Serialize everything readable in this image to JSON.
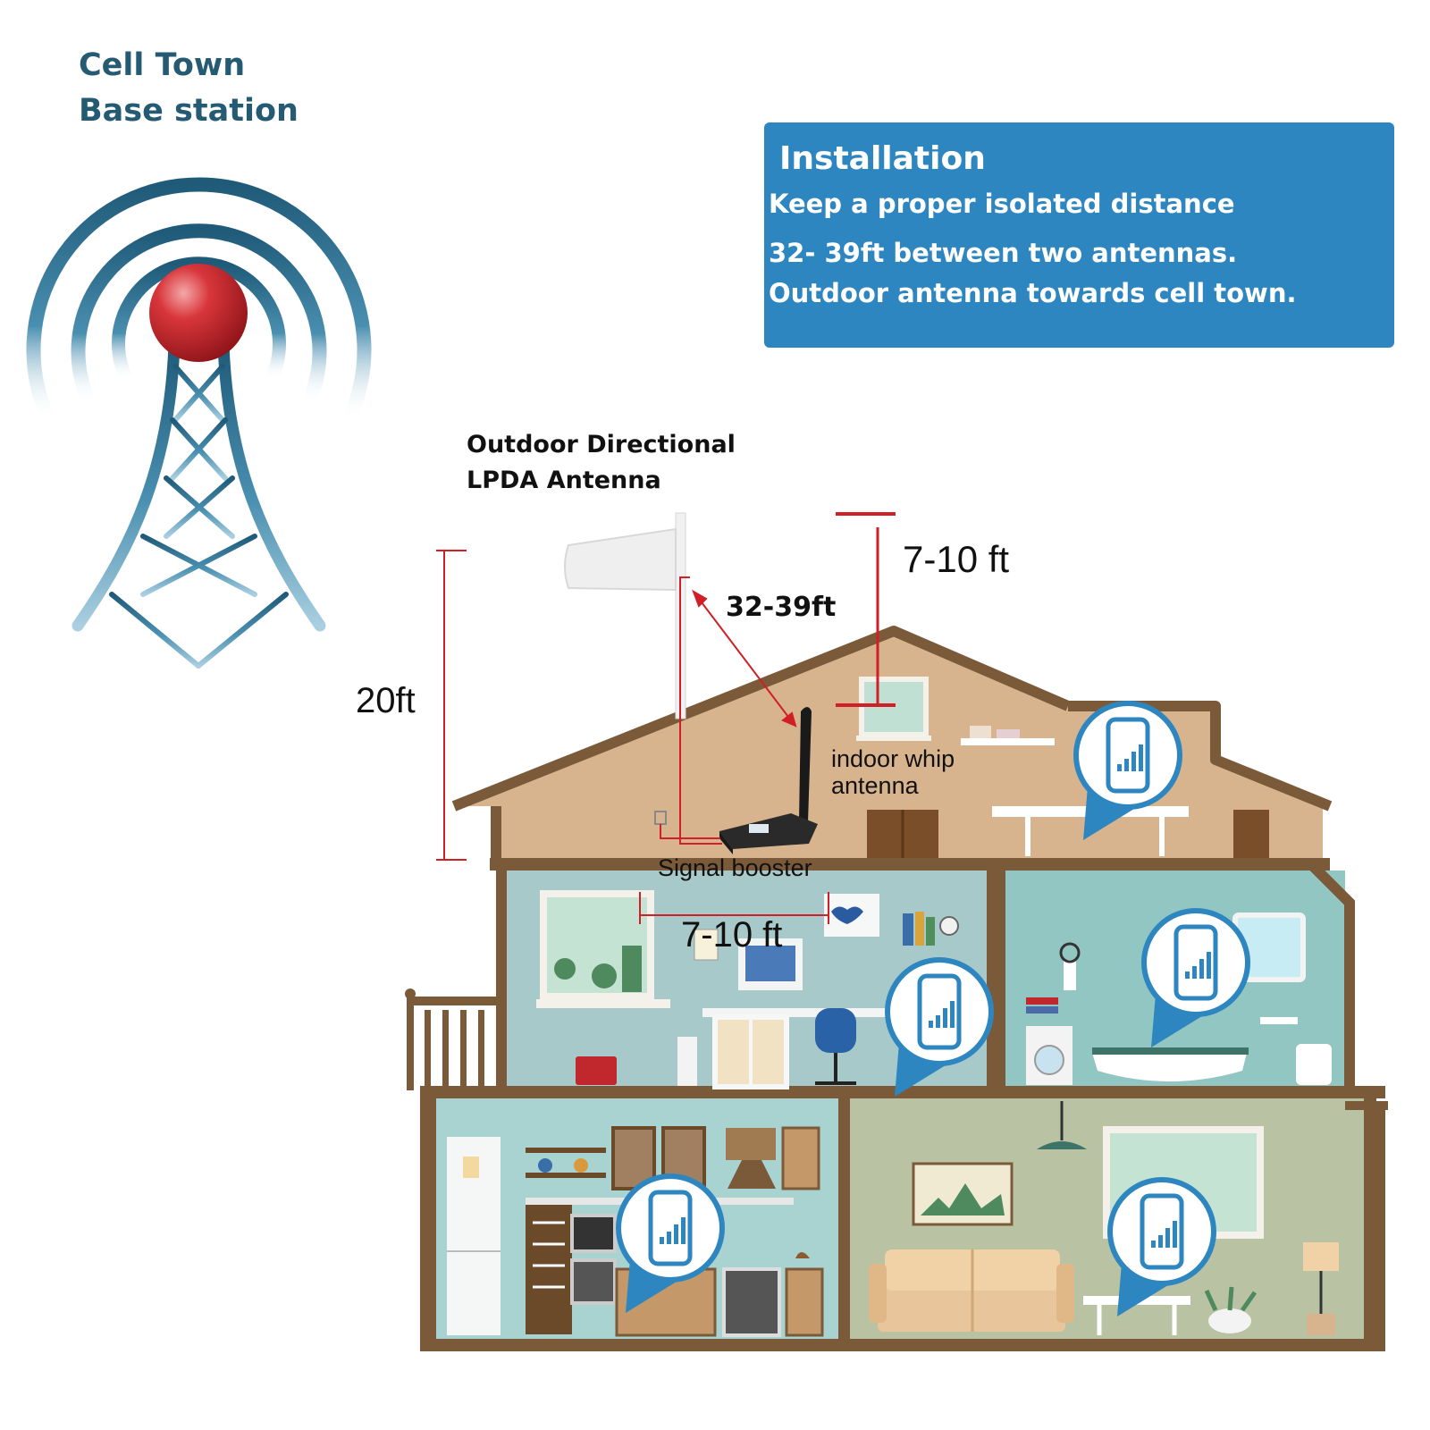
{
  "tower": {
    "title_line1": "Cell Town",
    "title_line2": "Base station"
  },
  "installation": {
    "heading": "Installation",
    "lines": [
      "Keep a proper isolated distance",
      "32- 39ft between two antennas.",
      "Outdoor antenna towards cell town."
    ]
  },
  "labels": {
    "outdoor_antenna_line1": "Outdoor Directional",
    "outdoor_antenna_line2": "LPDA Antenna",
    "height_20ft": "20ft",
    "distance_32_39ft": "32-39ft",
    "vertical_7_10ft": "7-10 ft",
    "indoor_whip_line1": "indoor whip",
    "indoor_whip_line2": "antenna",
    "signal_booster": "Signal booster",
    "horizontal_7_10ft": "7-10 ft"
  },
  "colors": {
    "tower_blue": "#2b6f8e",
    "tower_red": "#c0282d",
    "box_blue": "#2e86c1",
    "house_brown": "#7b5a3a",
    "measure_red": "#d01f26",
    "marker_blue": "#2e86c1"
  },
  "icons": {
    "phone_marker": "phone-signal-icon"
  }
}
